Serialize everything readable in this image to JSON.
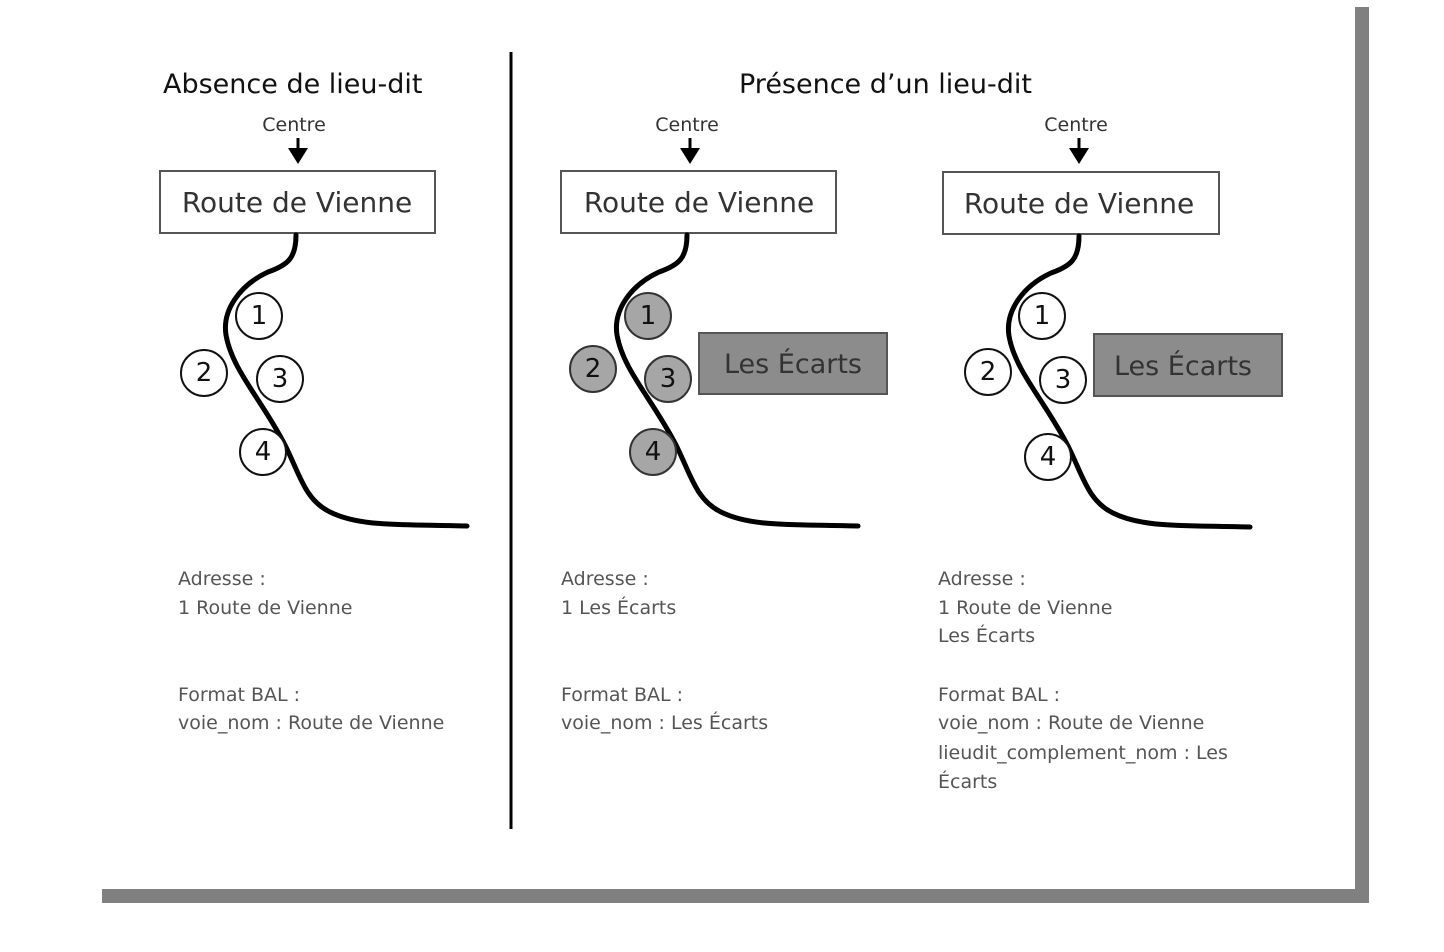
{
  "left": {
    "title": "Absence de lieu-dit",
    "centre_label": "Centre",
    "street_box": "Route de Vienne",
    "numbers": [
      "1",
      "2",
      "3",
      "4"
    ],
    "address_label": "Adresse :",
    "address_lines": [
      "1 Route de Vienne"
    ],
    "format_label": "Format BAL :",
    "format_lines": [
      "voie_nom : Route de Vienne"
    ]
  },
  "right": {
    "title": "Présence d’un lieu-dit",
    "panel_a": {
      "centre_label": "Centre",
      "street_box": "Route de Vienne",
      "lieudit_box": "Les Écarts",
      "numbers": [
        "1",
        "2",
        "3",
        "4"
      ],
      "address_label": "Adresse :",
      "address_lines": [
        "1 Les Écarts"
      ],
      "format_label": "Format BAL :",
      "format_lines": [
        "voie_nom : Les Écarts"
      ]
    },
    "panel_b": {
      "centre_label": "Centre",
      "street_box": "Route de Vienne",
      "lieudit_box": "Les Écarts",
      "numbers": [
        "1",
        "2",
        "3",
        "4"
      ],
      "address_label": "Adresse :",
      "address_lines": [
        "1 Route de Vienne",
        "Les Écarts"
      ],
      "format_label": "Format BAL :",
      "format_lines": [
        "voie_nom : Route de Vienne",
        "lieudit_complement_nom : Les",
        "Écarts"
      ]
    }
  },
  "colors": {
    "frame_shadow": "#808080",
    "lieudit_fill": "#8c8c8c",
    "highlight_circle": "#a6a6a6"
  }
}
